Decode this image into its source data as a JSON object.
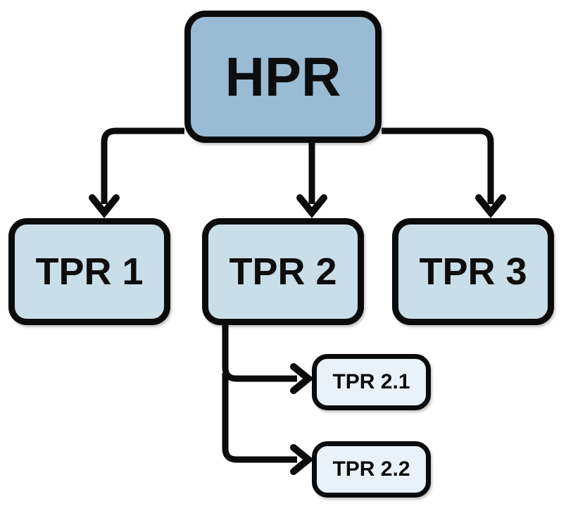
{
  "diagram": {
    "type": "hierarchy-flowchart",
    "nodes": {
      "hpr": {
        "label": "HPR",
        "level": 1
      },
      "tpr1": {
        "label": "TPR 1",
        "level": 2
      },
      "tpr2": {
        "label": "TPR 2",
        "level": 2
      },
      "tpr3": {
        "label": "TPR 3",
        "level": 2
      },
      "tpr21": {
        "label": "TPR 2.1",
        "level": 3
      },
      "tpr22": {
        "label": "TPR 2.2",
        "level": 3
      }
    },
    "edges": [
      {
        "from": "HPR",
        "to": "TPR 1",
        "style": "elbow-arrow"
      },
      {
        "from": "HPR",
        "to": "TPR 2",
        "style": "straight-arrow"
      },
      {
        "from": "HPR",
        "to": "TPR 3",
        "style": "elbow-arrow"
      },
      {
        "from": "TPR 2",
        "to": "TPR 2.1",
        "style": "elbow-arrow"
      },
      {
        "from": "TPR 2",
        "to": "TPR 2.2",
        "style": "elbow-arrow"
      }
    ],
    "colors": {
      "root_fill": "#9abbd4",
      "child_fill": "#cadee9",
      "grandchild_fill": "#e9f2f8",
      "border": "#0b0b0b",
      "connector": "#0b0b0b",
      "text": "#0d0d0d",
      "background": "#ffffff"
    }
  }
}
